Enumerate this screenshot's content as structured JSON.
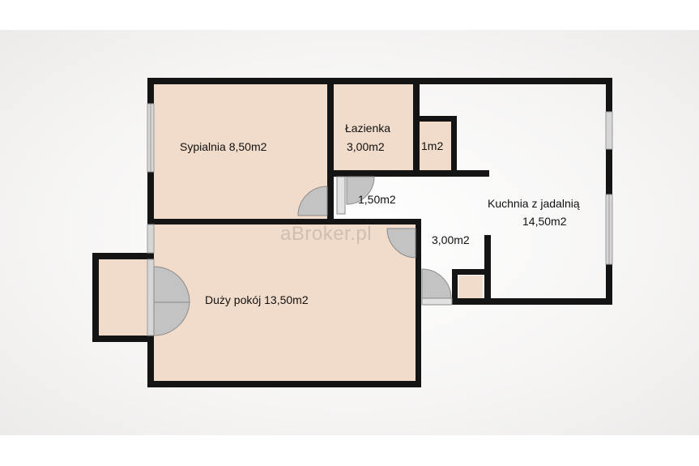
{
  "rooms": {
    "sypialnia": "Sypialnia 8,50m2",
    "lazienka_name": "Łazienka",
    "lazienka_area": "3,00m2",
    "schowek": "1m2",
    "korytarz": "1,50m2",
    "kuchnia_name": "Kuchnia z jadalnią",
    "kuchnia_area": "14,50m2",
    "przedpokoj": "3,00m2",
    "duzy_pokoj": "Duży pokój 13,50m2"
  },
  "watermark": "aBroker.pl",
  "colors": {
    "wall": "#141414",
    "floor": "#f1dccb",
    "window": "#d4d4d4",
    "door": "#b9b9b9"
  }
}
